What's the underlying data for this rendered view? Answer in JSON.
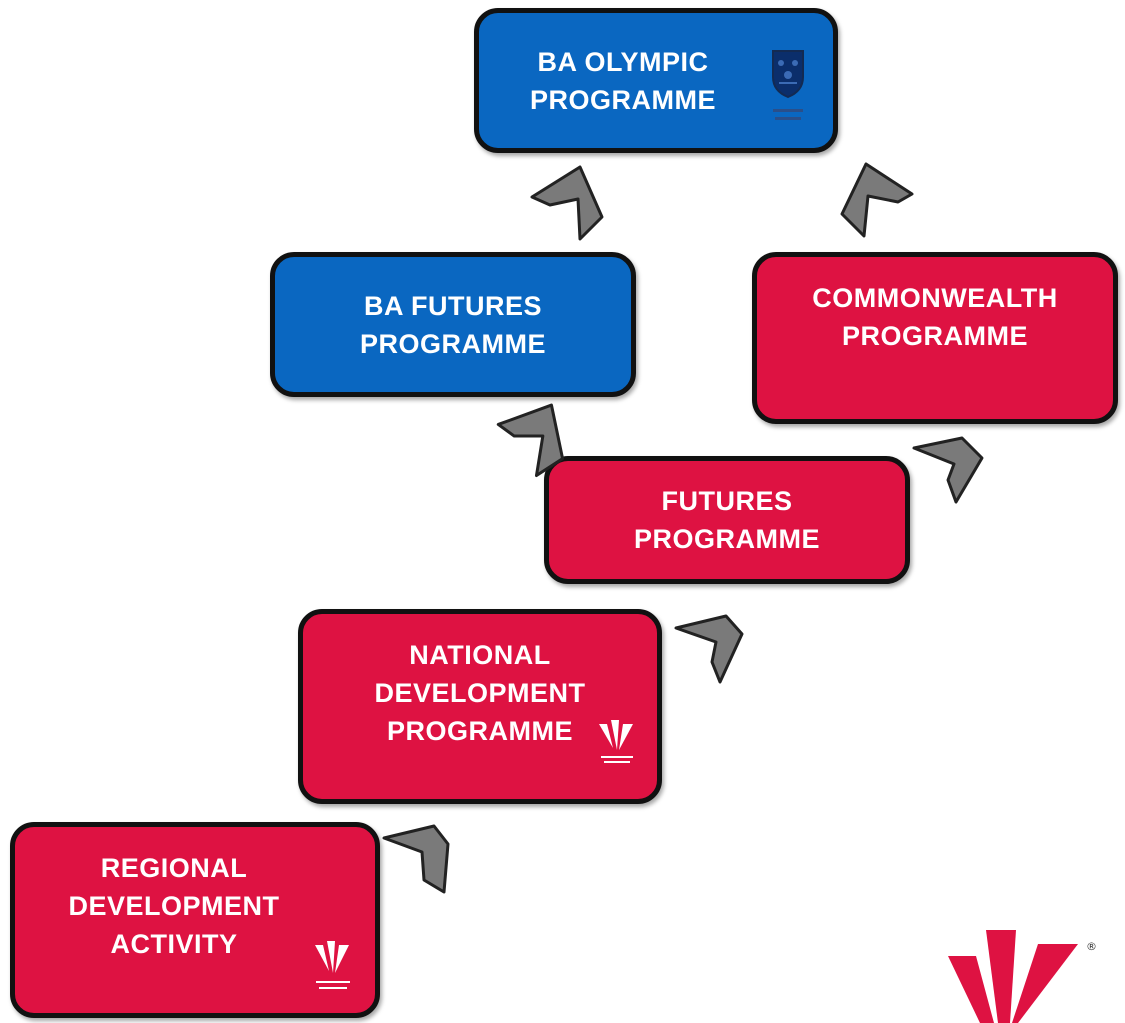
{
  "boxes": {
    "olympic": {
      "line1": "BA OLYMPIC",
      "line2": "PROGRAMME"
    },
    "ba_futures": {
      "line1": "BA FUTURES",
      "line2": "PROGRAMME"
    },
    "commonwealth": {
      "line1": "COMMONWEALTH",
      "line2": "PROGRAMME"
    },
    "futures": {
      "line1": "FUTURES",
      "line2": "PROGRAMME"
    },
    "national": {
      "line1": "NATIONAL",
      "line2": "DEVELOPMENT",
      "line3": "PROGRAMME"
    },
    "regional": {
      "line1": "REGIONAL",
      "line2": "DEVELOPMENT",
      "line3": "ACTIVITY"
    }
  },
  "colors": {
    "blue": "#0a67c1",
    "red": "#de1242",
    "arrow": "#7a7a7a"
  },
  "icons": [
    "british-athletics-crest-icon",
    "welsh-athletics-logo-icon",
    "chevron-arrow-icon",
    "registered-mark"
  ],
  "registered_symbol": "®"
}
